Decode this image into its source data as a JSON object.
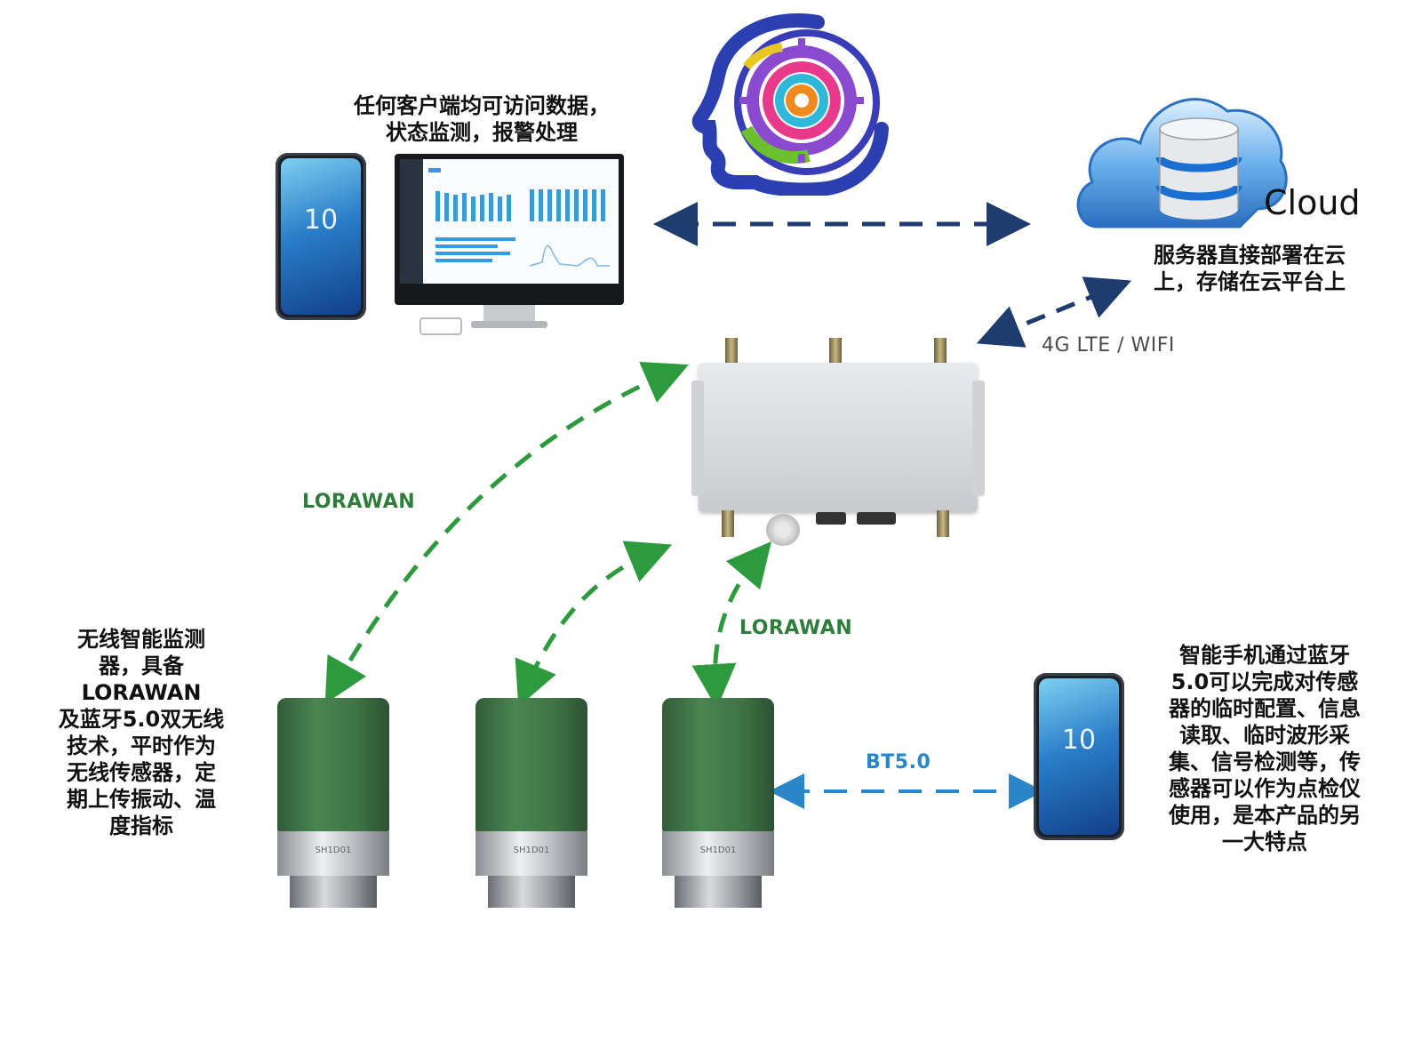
{
  "labels": {
    "client_access": "任何客户端均可访问数据，\n状态监测，报警处理",
    "cloud_word": "Cloud",
    "cloud_desc": "服务器直接部署在云\n上，存储在云平台上",
    "gateway_link": "4G LTE / WIFI",
    "lorawan_upper": "LORAWAN",
    "lorawan_lower": "LORAWAN",
    "bt": "BT5.0",
    "sensor_desc": "无线智能监测\n器，具备LORAWAN\n及蓝牙5.0双无线\n技术，平时作为\n无线传感器，定\n期上传振动、温\n度指标",
    "phone_desc": "智能手机通过蓝牙\n5.0可以完成对传感\n器的临时配置、信息\n读取、临时波形采\n集、信号检测等，传\n感器可以作为点检仪\n使用，是本产品的另\n一大特点",
    "phone_screen_text": "10",
    "sensor_model": "SH1D01"
  },
  "colors": {
    "lorawan_arrow": "#2e9a3e",
    "bt_arrow": "#2a86c8",
    "cloud_arrow": "#1e3c6e",
    "sensor_body": "#3f7446",
    "gateway": "#d8dadd"
  },
  "icons": [
    "brain-gear-logo",
    "cloud-database-icon",
    "smartphone-icon",
    "monitor-icon",
    "gateway-device",
    "sensor-device"
  ]
}
